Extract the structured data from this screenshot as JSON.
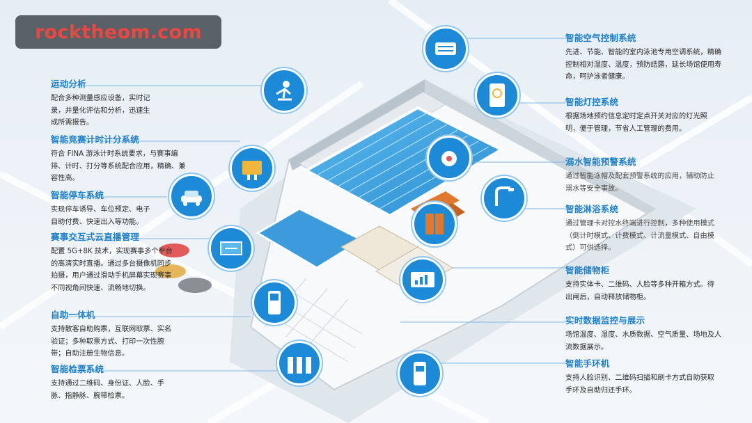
{
  "watermark": "rocktheom.com",
  "features_left": [
    {
      "title": "运动分析",
      "desc": "配合多种测量感应设备，实时记录，并量化评估和分析，迅速生成所需报告。"
    },
    {
      "title": "智能竞赛计时计分系统",
      "desc": "符合 FINA 游泳计时系统要求，与赛事编排、计时、打分等系统配合应用，精确、兼容性高。"
    },
    {
      "title": "智能停车系统",
      "desc": "实现停车诱导、车位预定、电子自助付费、快速出入等功能。"
    },
    {
      "title": "赛事交互式云直播管理",
      "desc": "配置 5G+8K 技术，实现赛事多个平台的高清实时直播。通过多台摄像机同步拍摄，用户通过滑动手机屏幕实现赛事不同视角间快速、流畅地切换。"
    },
    {
      "title": "自助一体机",
      "desc": "支持散客自助购票，互联网取票、实名验证；多种取票方式、打印一次性腕带；自助注册生物信息。"
    },
    {
      "title": "智能检票系统",
      "desc": "支持通过二维码、身份证、人脸、手脉、指静脉、腕带检票。"
    }
  ],
  "features_right": [
    {
      "title": "智能空气控制系统",
      "desc": "先进、节能、智能的室内泳池专用空调系统，精确控制相对湿度、温度，预防结露，延长场馆使用寿命，呵护泳者健康。"
    },
    {
      "title": "智能灯控系统",
      "desc": "根据场地预约信息定时定点开关对应的灯光照明，便于管理，节省人工管理的费用。"
    },
    {
      "title": "溺水智能预警系统",
      "desc": "通过智能泳帽及配套预警系统的应用，辅助防止溺水等安全事故。"
    },
    {
      "title": "智能淋浴系统",
      "desc": "通过管理卡对控水终端进行控制，多种使用模式（倒计时模式、计费模式、计流量模式、自由模式）可供选择。"
    },
    {
      "title": "智能储物柜",
      "desc": "支持实体卡、二维码、人脸等多种开箱方式。待出闸后，自动释放储物柜。"
    },
    {
      "title": "实时数据监控与展示",
      "desc": "场馆温度、湿度、水质数据、空气质量、场地及人流数据展示。"
    },
    {
      "title": "智能手环机",
      "desc": "支持人脸识别、二维码扫描和刷卡方式自助获取手环及自助归还手环。"
    }
  ],
  "icons": {
    "colors": {
      "accent": "#1f7fc7",
      "bubble": "#1c8ad6",
      "pool": "#3fa4e0",
      "locker": "#e0782e"
    }
  }
}
